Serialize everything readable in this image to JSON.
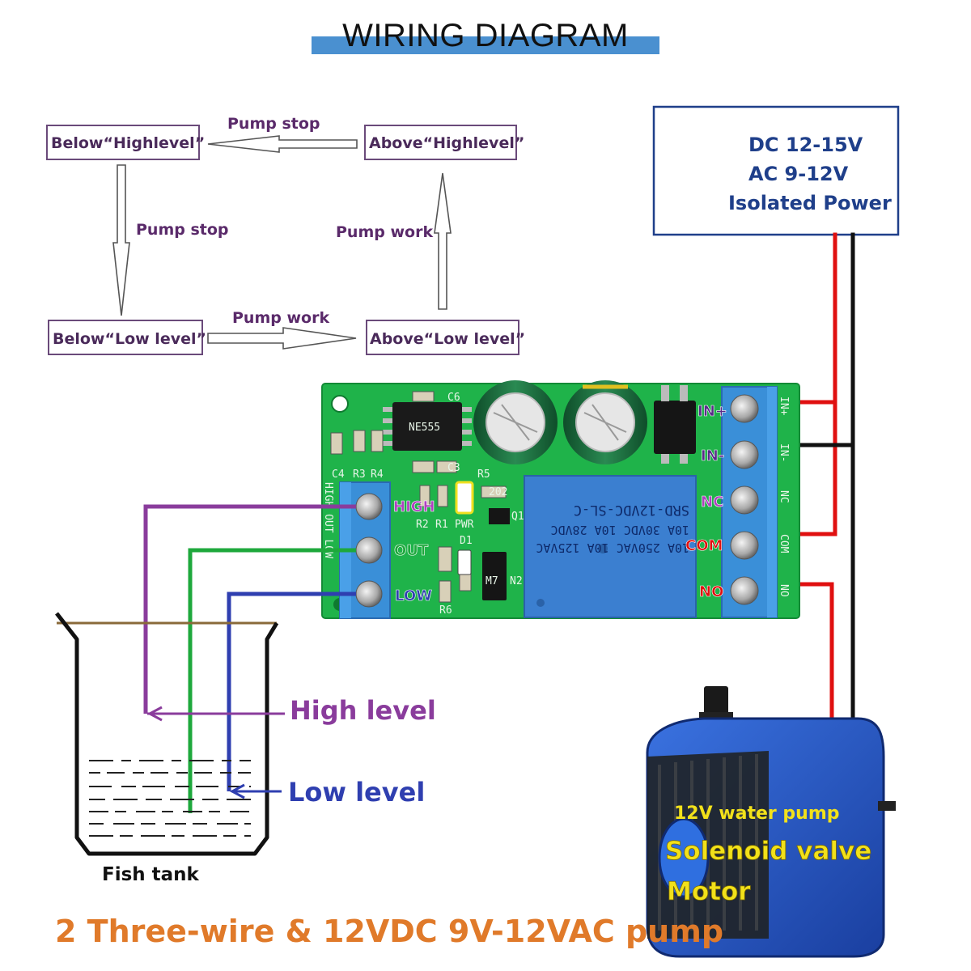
{
  "title": "WIRING DIAGRAM",
  "flowchart": {
    "states": {
      "below_high": "Below“Highlevel”",
      "above_high": "Above“Highlevel”",
      "below_low": "Below“Low level”",
      "above_low": "Above“Low level”"
    },
    "transitions": {
      "top": "Pump stop",
      "left": "Pump stop",
      "right": "Pump work",
      "bottom": "Pump work"
    }
  },
  "power": {
    "line1": "DC 12-15V",
    "line2": "AC 9-12V",
    "line3": "Isolated Power"
  },
  "board": {
    "left_terminals": [
      "HIGH",
      "OUT",
      "LOW"
    ],
    "right_terminals": [
      "IN+",
      "IN-",
      "NC",
      "COM",
      "NO"
    ],
    "silk_left": "HIGH OUT LOW",
    "silk_right": [
      "IN+",
      "IN-",
      "NC",
      "COM",
      "NO"
    ],
    "relay_lines": [
      "SRD-12VDC-SL-C",
      "10A 250VAC  10A 125VAC",
      "10A 30VDC   10A 28VDC"
    ],
    "component_labels": [
      "C6",
      "C3",
      "R5",
      "R4",
      "R3",
      "C4",
      "PWR",
      "R1",
      "R2",
      "D1",
      "R6",
      "M7",
      "N2",
      "Q1",
      "202"
    ],
    "chip_text": "NE555"
  },
  "tank": {
    "high_label": "High level",
    "low_label": "Low level",
    "name": "Fish tank"
  },
  "pump": {
    "line1": "12V water pump",
    "line2": "Solenoid valve",
    "line3": "Motor"
  },
  "footer": "2 Three-wire & 12VDC 9V-12VAC pump",
  "colors": {
    "high_wire": "#8a3c9c",
    "out_wire": "#1ea83c",
    "low_wire": "#2f3fb0",
    "positive_wire": "#e01010",
    "negative_wire": "#111111",
    "pcb": "#1fb34a",
    "terminal": "#3a8fd8",
    "relay": "#3b7fd0",
    "title_bar": "#4a90d0",
    "footer_text": "#e07a2a",
    "pump_text": "#f2e11a"
  }
}
